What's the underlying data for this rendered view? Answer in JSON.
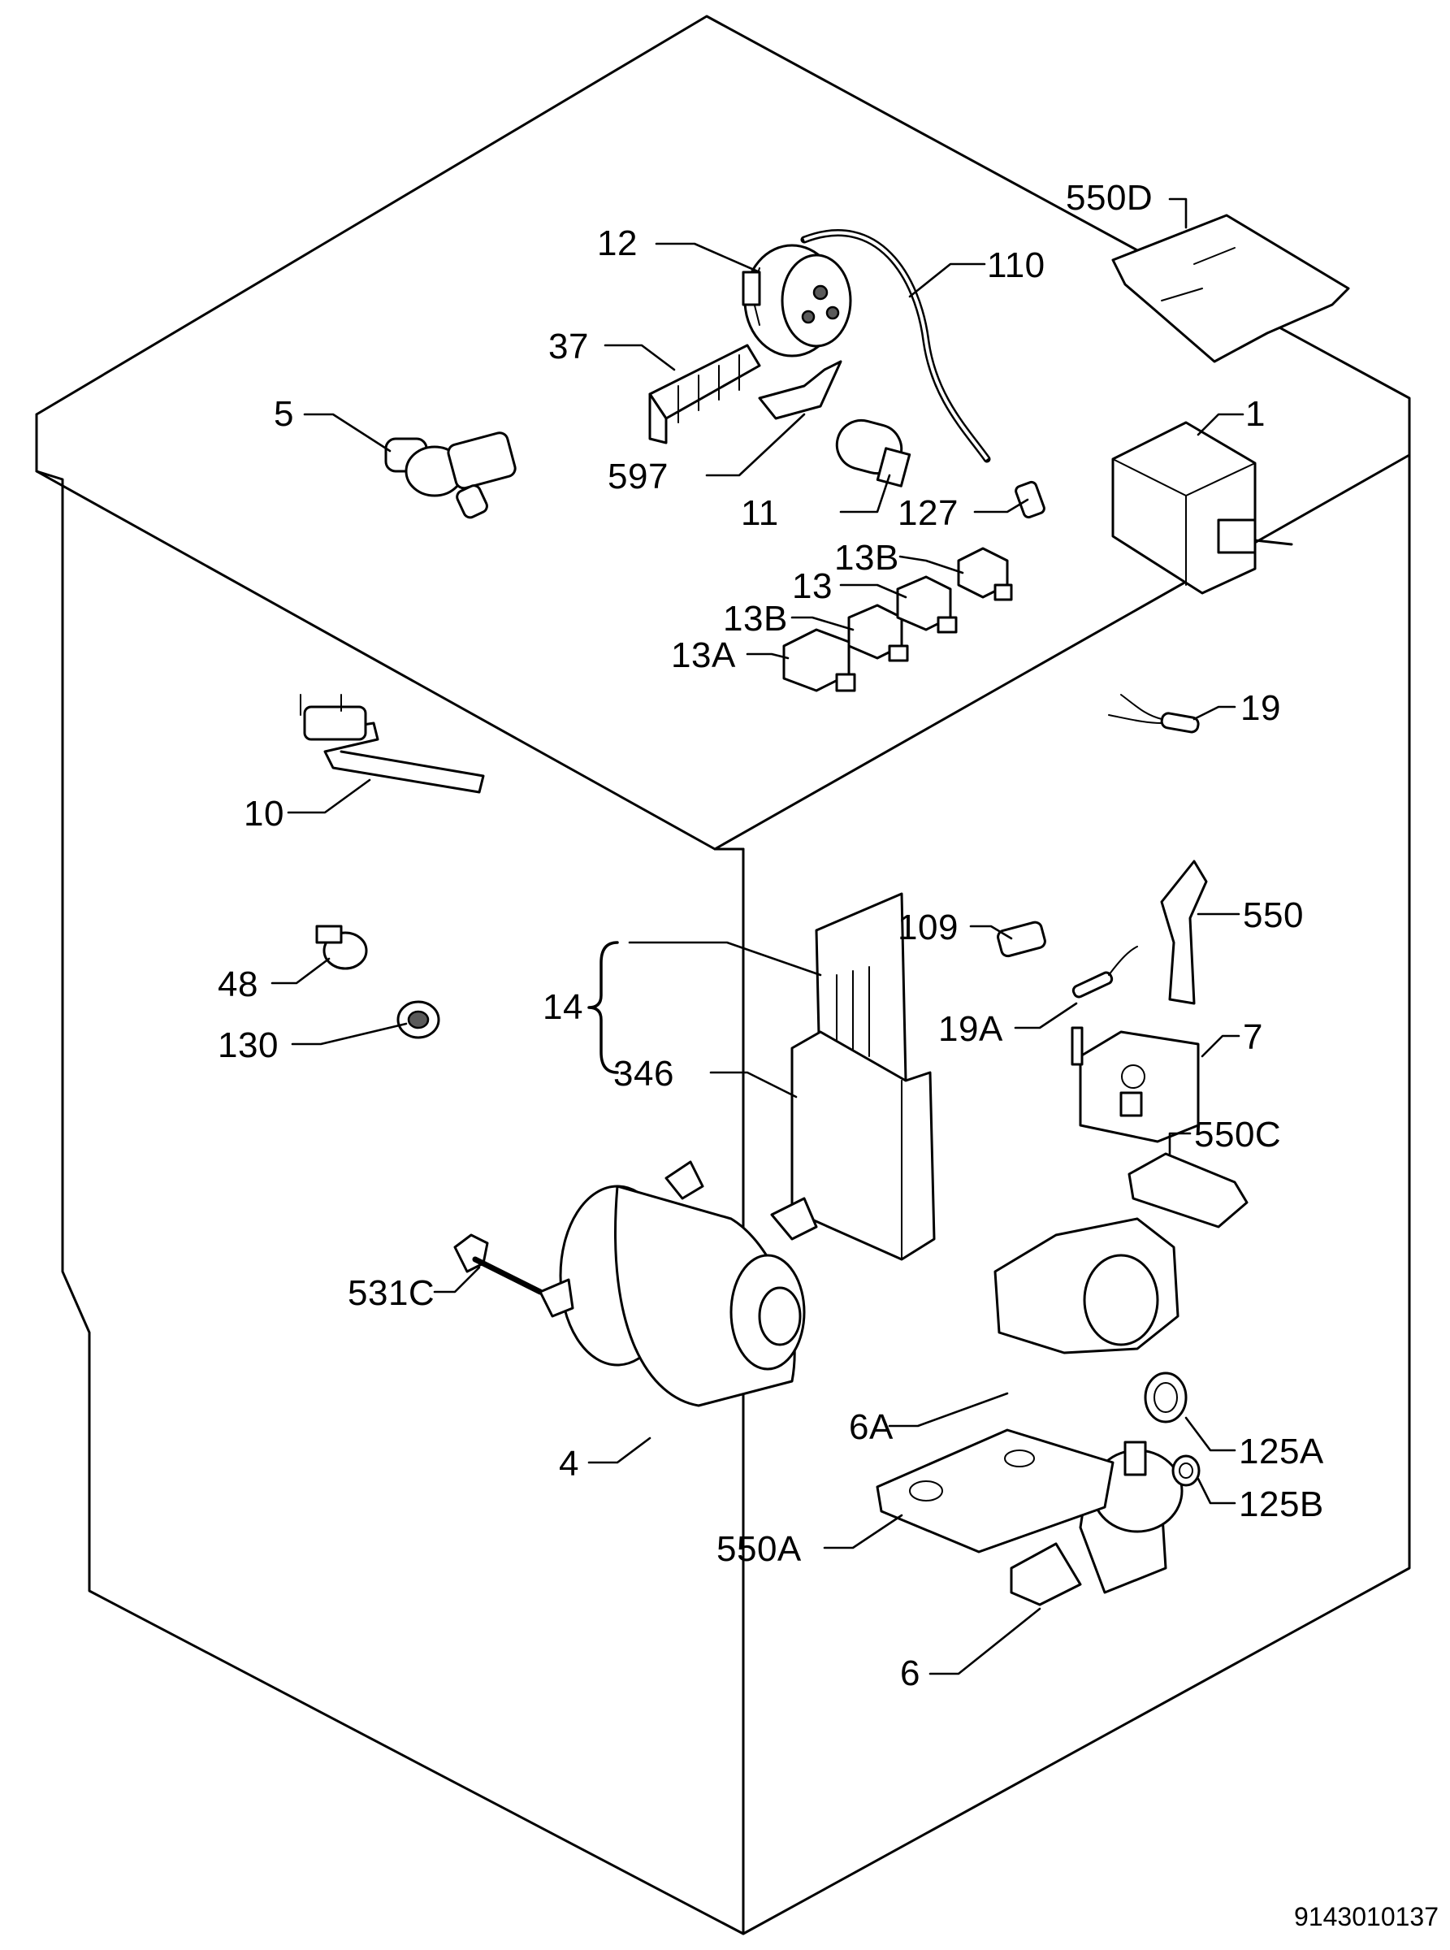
{
  "labels": {
    "l1": "1",
    "l4": "4",
    "l5": "5",
    "l6": "6",
    "l6a": "6A",
    "l7": "7",
    "l10": "10",
    "l11": "11",
    "l12": "12",
    "l13": "13",
    "l13a": "13A",
    "l13b_top": "13B",
    "l13b_mid": "13B",
    "l14": "14",
    "l19": "19",
    "l19a": "19A",
    "l37": "37",
    "l48": "48",
    "l109": "109",
    "l110": "110",
    "l125a": "125A",
    "l125b": "125B",
    "l127": "127",
    "l130": "130",
    "l346": "346",
    "l531c": "531C",
    "l550": "550",
    "l550a": "550A",
    "l550c": "550C",
    "l550d": "550D",
    "l597": "597"
  },
  "document_number": "9143010137"
}
